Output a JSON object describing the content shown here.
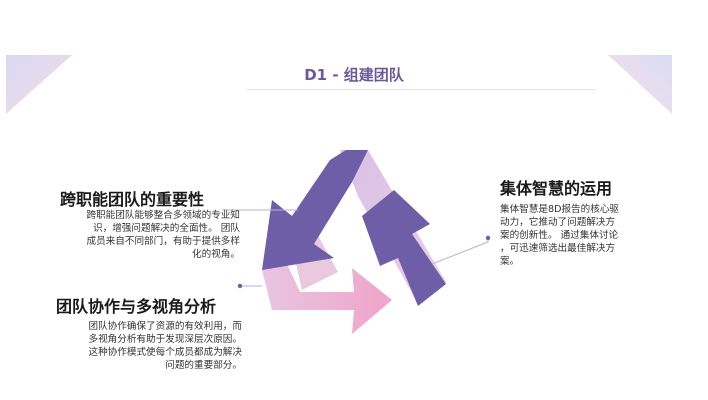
{
  "title": "D1 - 组建团队",
  "colors": {
    "title": "#6a5a9c",
    "purple_dark": "#6d5ea7",
    "lavender": "#d9bde2",
    "pink": "#eab6d3",
    "connector": "#b7b3d0"
  },
  "sections": {
    "cross_functional": {
      "heading": "跨职能团队的重要性",
      "lines": [
        "跨职能团队能够整合多领域的专业知",
        "识，增强问题解决的全面性。 团队",
        "成员来自不同部门，有助于提供多样",
        "化的视角。"
      ]
    },
    "collaboration": {
      "heading": "团队协作与多视角分析",
      "lines": [
        "团队协作确保了资源的有效利用，而",
        "多视角分析有助于发现深层次原因。",
        "这种协作模式使每个成员都成为解决",
        "问题的重要部分。"
      ]
    },
    "collective": {
      "heading": "集体智慧的运用",
      "lines": [
        "集体智慧是8D报告的核心驱",
        "动力，它推动了问题解决方",
        "案的创新性。 通过集体讨论",
        "，可迅速筛选出最佳解决方",
        "案。"
      ]
    }
  }
}
